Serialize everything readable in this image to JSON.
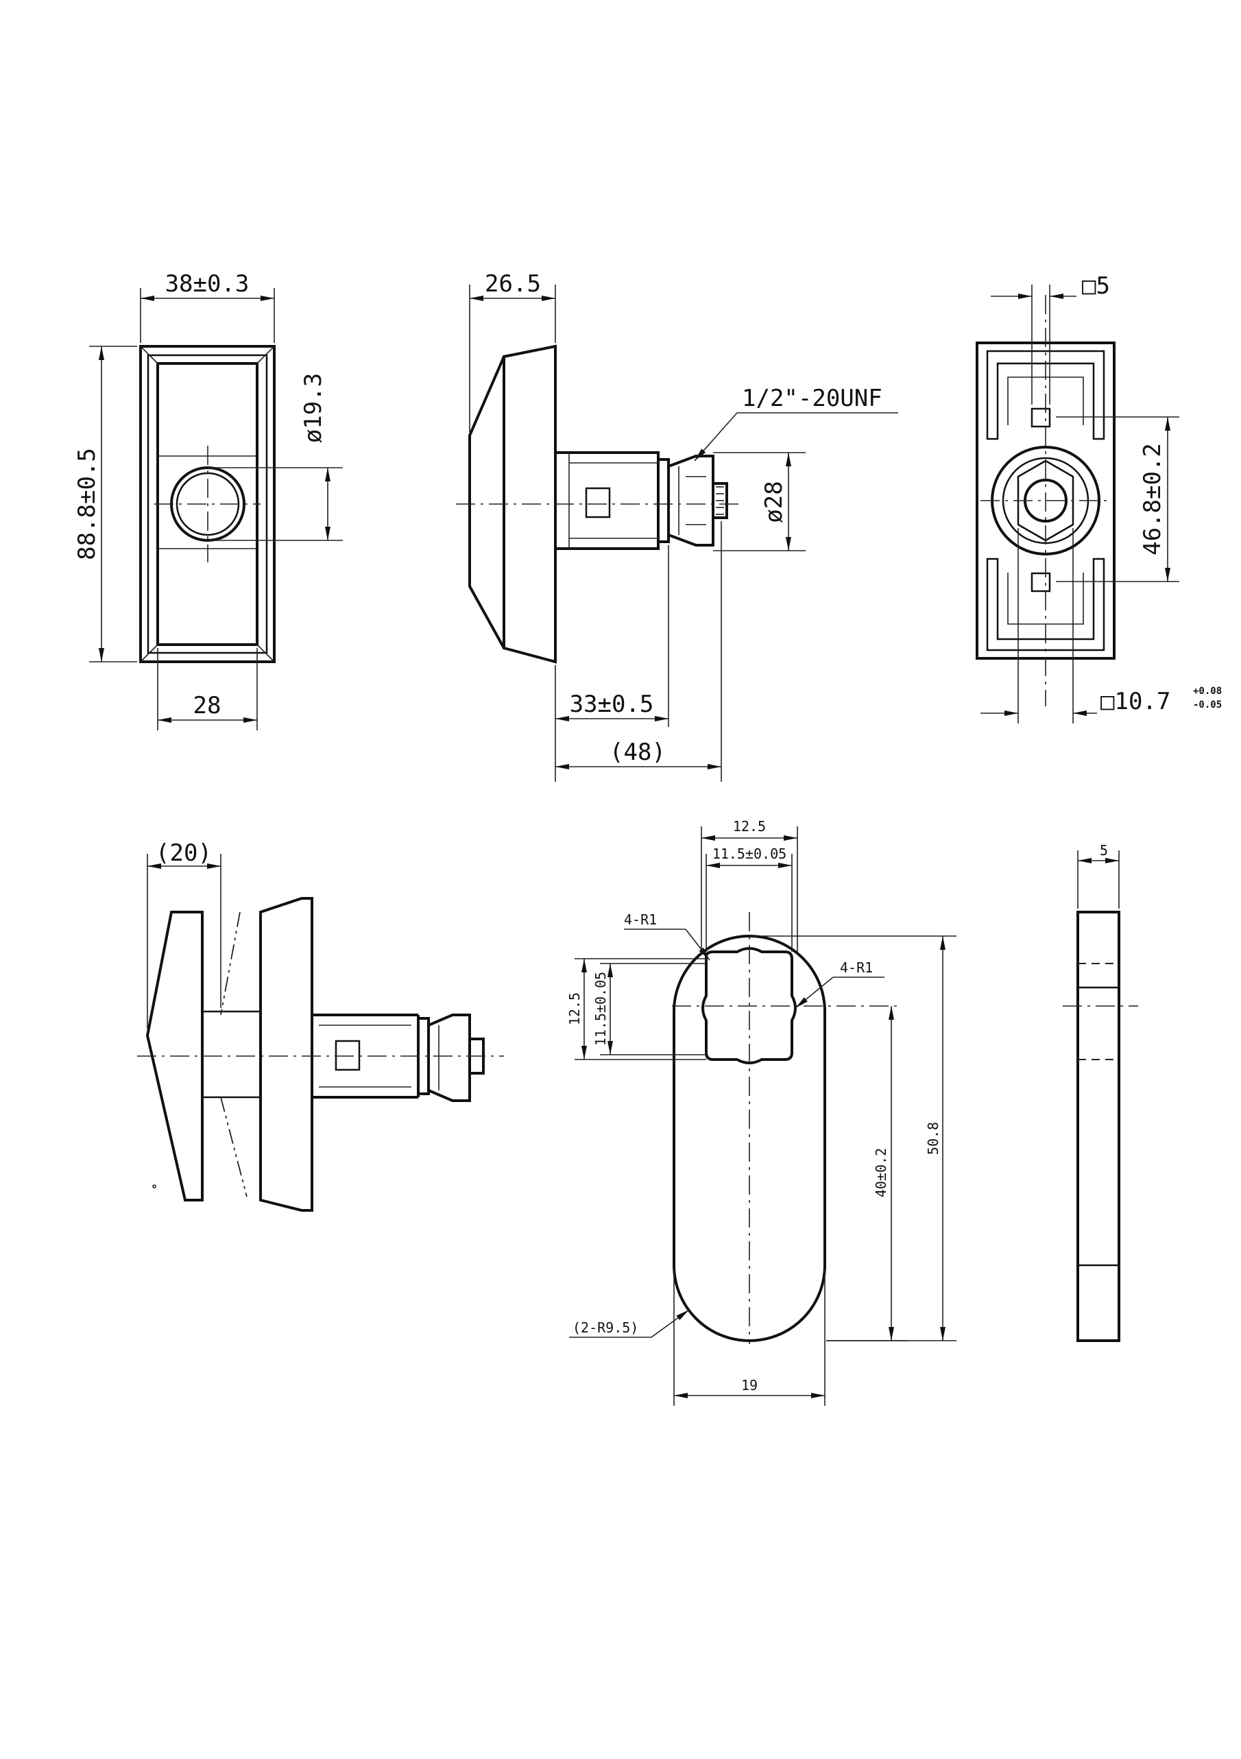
{
  "views": {
    "front": {
      "width_dim": "38±0.3",
      "height_dim": "88.8±0.5",
      "bore_dim": "ø19.3",
      "inner_dim": "28"
    },
    "side": {
      "depth_dim": "26.5",
      "thread_dim": "1/2\"-20UNF",
      "diameter_dim": "ø28",
      "length_dim": "33±0.5",
      "overall_dim": "(48)"
    },
    "rear": {
      "square_dim": "□5",
      "spacing_dim": "46.8±0.2",
      "square_tol_dim": "□10.7",
      "tol_upper": "+0.08",
      "tol_lower": "-0.05"
    },
    "rotated": {
      "offset_dim": "(20)"
    },
    "cam": {
      "top_outer": "12.5",
      "top_inner": "11.5±0.05",
      "left_outer": "12.5",
      "left_inner": "11.5±0.05",
      "corner_left": "4-R1",
      "corner_right": "4-R1",
      "center_dim": "40±0.2",
      "length_dim": "50.8",
      "radius_dim": "(2-R9.5)",
      "width_dim": "19"
    },
    "cam_side": {
      "thickness_dim": "5"
    }
  }
}
